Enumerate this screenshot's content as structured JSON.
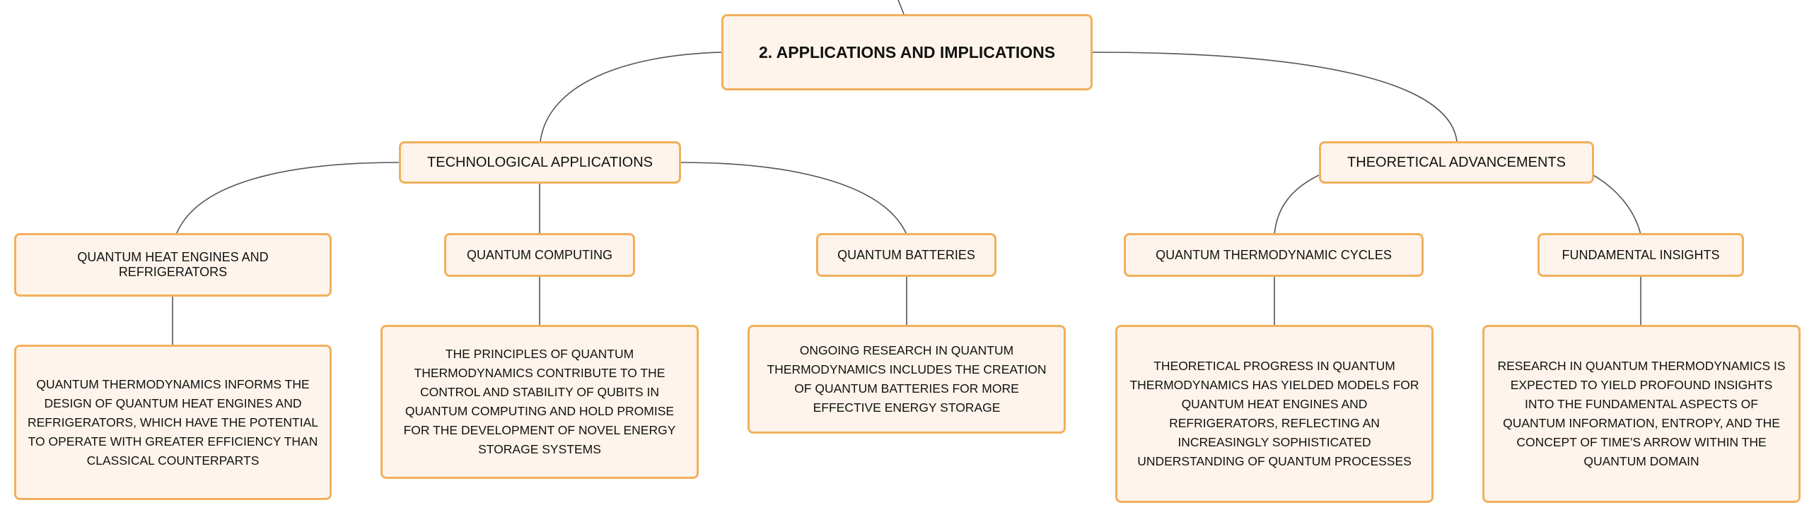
{
  "colors": {
    "node_fill": "#fff4eb",
    "node_border": "#f2b05c",
    "connector": "#555555",
    "text": "#111111"
  },
  "root": {
    "label": "2. APPLICATIONS AND IMPLICATIONS"
  },
  "branches": [
    {
      "label": "TECHNOLOGICAL APPLICATIONS",
      "children": [
        {
          "label": "QUANTUM HEAT ENGINES AND REFRIGERATORS",
          "description": "QUANTUM THERMODYNAMICS INFORMS THE DESIGN OF QUANTUM HEAT ENGINES AND REFRIGERATORS, WHICH HAVE THE POTENTIAL TO OPERATE WITH GREATER EFFICIENCY THAN CLASSICAL COUNTERPARTS"
        },
        {
          "label": "QUANTUM COMPUTING",
          "description": "THE PRINCIPLES OF QUANTUM THERMODYNAMICS CONTRIBUTE TO THE CONTROL AND STABILITY OF QUBITS IN QUANTUM COMPUTING AND HOLD PROMISE FOR THE DEVELOPMENT OF NOVEL ENERGY STORAGE SYSTEMS"
        },
        {
          "label": "QUANTUM BATTERIES",
          "description": "ONGOING RESEARCH IN QUANTUM THERMODYNAMICS INCLUDES THE CREATION OF QUANTUM BATTERIES FOR MORE EFFECTIVE ENERGY STORAGE"
        }
      ]
    },
    {
      "label": "THEORETICAL ADVANCEMENTS",
      "children": [
        {
          "label": "QUANTUM THERMODYNAMIC CYCLES",
          "description": "THEORETICAL PROGRESS IN QUANTUM THERMODYNAMICS HAS YIELDED MODELS FOR QUANTUM HEAT ENGINES AND REFRIGERATORS, REFLECTING AN INCREASINGLY SOPHISTICATED UNDERSTANDING OF QUANTUM PROCESSES"
        },
        {
          "label": "FUNDAMENTAL INSIGHTS",
          "description": "RESEARCH IN QUANTUM THERMODYNAMICS IS EXPECTED TO YIELD PROFOUND INSIGHTS INTO THE FUNDAMENTAL ASPECTS OF QUANTUM INFORMATION, ENTROPY, AND THE CONCEPT OF TIME'S ARROW WITHIN THE QUANTUM DOMAIN"
        }
      ]
    }
  ]
}
